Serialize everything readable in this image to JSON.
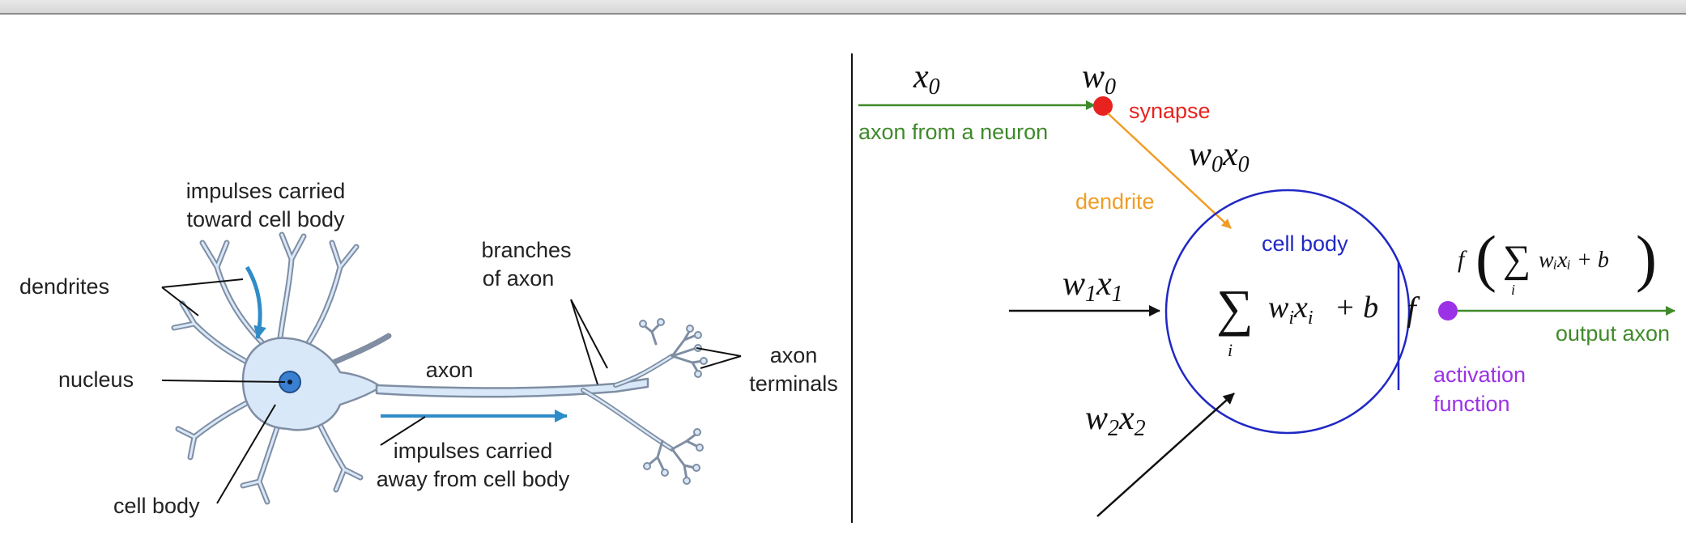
{
  "colors": {
    "input_arrow": "#3f8a2a",
    "synapse": "#e8231f",
    "dendrite": "#ef9d26",
    "cell_body": "#2028c4",
    "activation": "#9b32e6",
    "output": "#3f8a2a",
    "neuron_fill": "#d9e8f8",
    "neuron_stroke": "#7f8ea3",
    "impulse_arrow": "#2f8cc8",
    "divider": "#111111"
  },
  "biological": {
    "dendrites": "dendrites",
    "impulses_toward_1": "impulses carried",
    "impulses_toward_2": "toward cell body",
    "branches_1": "branches",
    "branches_2": "of axon",
    "nucleus": "nucleus",
    "axon": "axon",
    "axon_terminals_1": "axon",
    "axon_terminals_2": "terminals",
    "impulses_away_1": "impulses carried",
    "impulses_away_2": "away from cell body",
    "cell_body": "cell body"
  },
  "model": {
    "x0_var": "x",
    "x0_sub": "0",
    "w0_var": "w",
    "w0_sub": "0",
    "axon_from_neuron": "axon from a neuron",
    "synapse": "synapse",
    "w0x0_w": "w",
    "w0x0_wsub": "0",
    "w0x0_x": "x",
    "w0x0_xsub": "0",
    "dendrite": "dendrite",
    "cell_body": "cell body",
    "w1x1_w": "w",
    "w1x1_wsub": "1",
    "w1x1_x": "x",
    "w1x1_xsub": "1",
    "sum_symbol": "∑",
    "sum_index": "i",
    "sum_term_w": "w",
    "sum_term_wsub": "i",
    "sum_term_x": "x",
    "sum_term_xsub": "i",
    "sum_plus_b": "+ b",
    "f": "f",
    "output_f": "f",
    "output_paren_open": "(",
    "output_paren_close": ")",
    "output_sum": "∑",
    "output_index": "i",
    "output_term": "wᵢxᵢ + b",
    "output_axon": "output axon",
    "activation_1": "activation",
    "activation_2": "function",
    "w2x2_w": "w",
    "w2x2_wsub": "2",
    "w2x2_x": "x",
    "w2x2_xsub": "2"
  }
}
